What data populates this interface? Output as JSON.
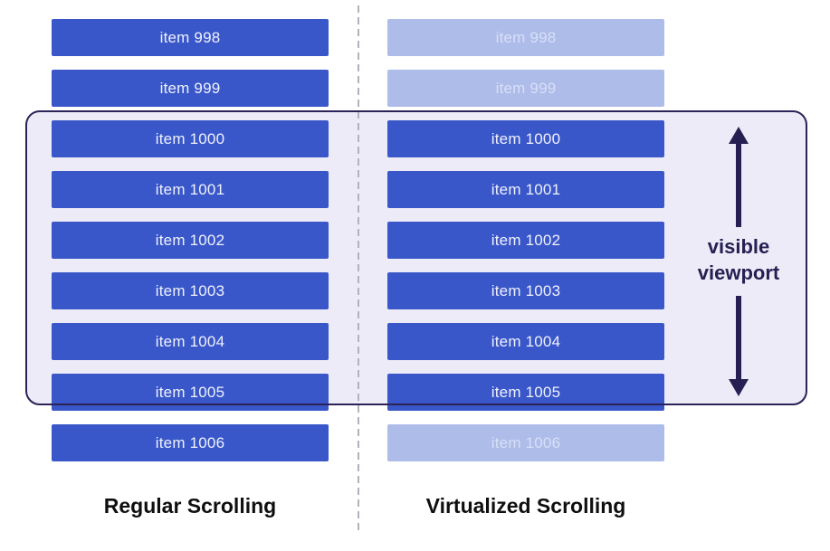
{
  "diagram": {
    "left_column": {
      "label": "Regular Scrolling",
      "items": [
        {
          "label": "item 998",
          "faded": false
        },
        {
          "label": "item 999",
          "faded": false
        },
        {
          "label": "item 1000",
          "faded": false
        },
        {
          "label": "item 1001",
          "faded": false
        },
        {
          "label": "item 1002",
          "faded": false
        },
        {
          "label": "item 1003",
          "faded": false
        },
        {
          "label": "item 1004",
          "faded": false
        },
        {
          "label": "item 1005",
          "faded": false
        },
        {
          "label": "item 1006",
          "faded": false
        }
      ]
    },
    "right_column": {
      "label": "Virtualized Scrolling",
      "items": [
        {
          "label": "item 998",
          "faded": true
        },
        {
          "label": "item 999",
          "faded": true
        },
        {
          "label": "item 1000",
          "faded": false
        },
        {
          "label": "item 1001",
          "faded": false
        },
        {
          "label": "item 1002",
          "faded": false
        },
        {
          "label": "item 1003",
          "faded": false
        },
        {
          "label": "item 1004",
          "faded": false
        },
        {
          "label": "item 1005",
          "faded": false
        },
        {
          "label": "item 1006",
          "faded": true
        }
      ]
    },
    "viewport_label": "visible viewport",
    "colors": {
      "item_solid": "#3a57c9",
      "item_faded": "#aebce9",
      "item_text": "#eff2fc",
      "item_text_faded": "#d8dff6",
      "viewport_fill": "#edebf8",
      "viewport_border": "#2b2357",
      "arrow": "#262052",
      "heading_text": "#0f0f0f",
      "divider": "#b2b2bc"
    }
  }
}
